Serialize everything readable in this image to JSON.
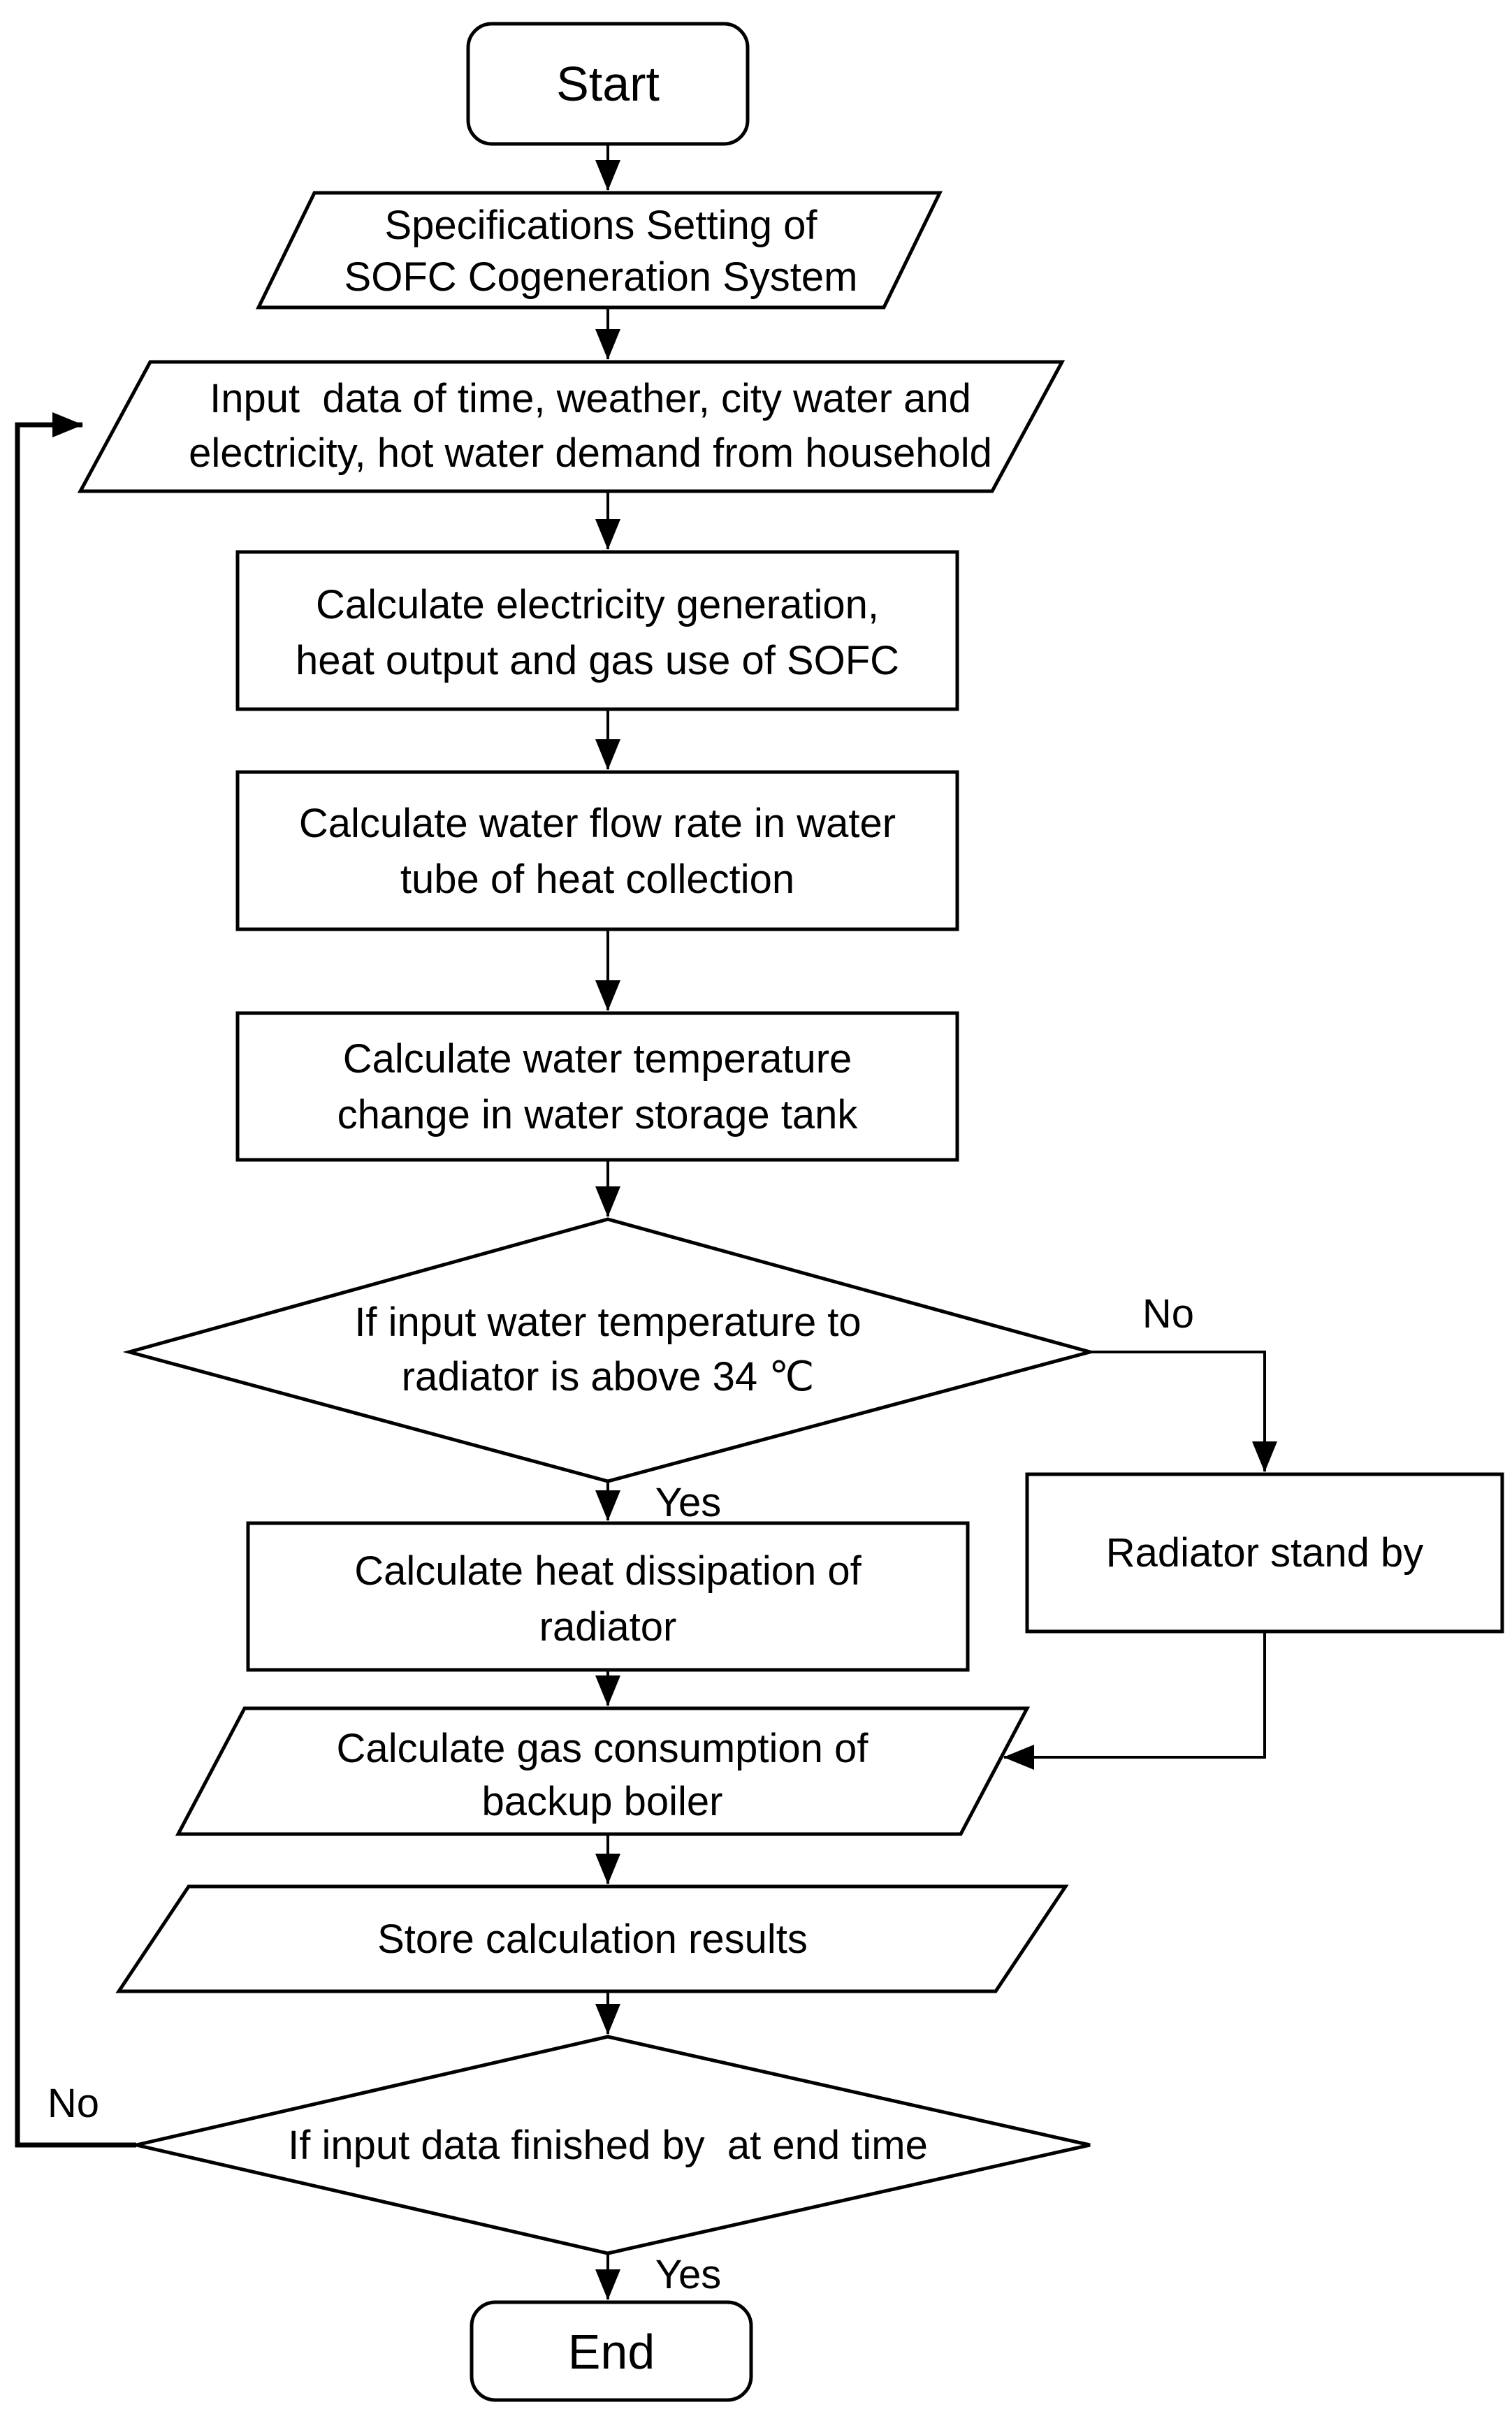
{
  "diagram": {
    "background": "#ffffff",
    "stroke_color": "#000000",
    "nodes": {
      "start": {
        "type": "terminator",
        "label": "Start"
      },
      "spec_setting": {
        "type": "data",
        "lines": [
          "Specifications Setting of",
          "SOFC Cogeneration System"
        ]
      },
      "input_data": {
        "type": "data",
        "lines": [
          "Input  data of time, weather, city water and",
          "electricity, hot water demand from household"
        ]
      },
      "calc_sofc": {
        "type": "process",
        "lines": [
          "Calculate electricity generation,",
          "heat output and gas use of SOFC"
        ]
      },
      "calc_flow": {
        "type": "process",
        "lines": [
          "Calculate water flow rate in water",
          "tube of heat collection"
        ]
      },
      "calc_temp": {
        "type": "process",
        "lines": [
          "Calculate water temperature",
          "change in water storage tank"
        ]
      },
      "decision_radiator": {
        "type": "decision",
        "lines": [
          "If input water temperature to",
          "radiator is above 34 ℃"
        ]
      },
      "calc_dissipation": {
        "type": "process",
        "lines": [
          "Calculate heat dissipation of",
          "radiator"
        ]
      },
      "radiator_standby": {
        "type": "process",
        "label": "Radiator stand by"
      },
      "calc_gas": {
        "type": "data",
        "lines": [
          "Calculate gas consumption of",
          "backup boiler"
        ]
      },
      "store_results": {
        "type": "data",
        "label": "Store calculation results"
      },
      "decision_end": {
        "type": "decision",
        "label": "If input data finished by  at end time"
      },
      "end": {
        "type": "terminator",
        "label": "End"
      }
    },
    "edge_labels": {
      "radiator_yes": "Yes",
      "radiator_no": "No",
      "end_yes": "Yes",
      "end_no": "No"
    }
  }
}
